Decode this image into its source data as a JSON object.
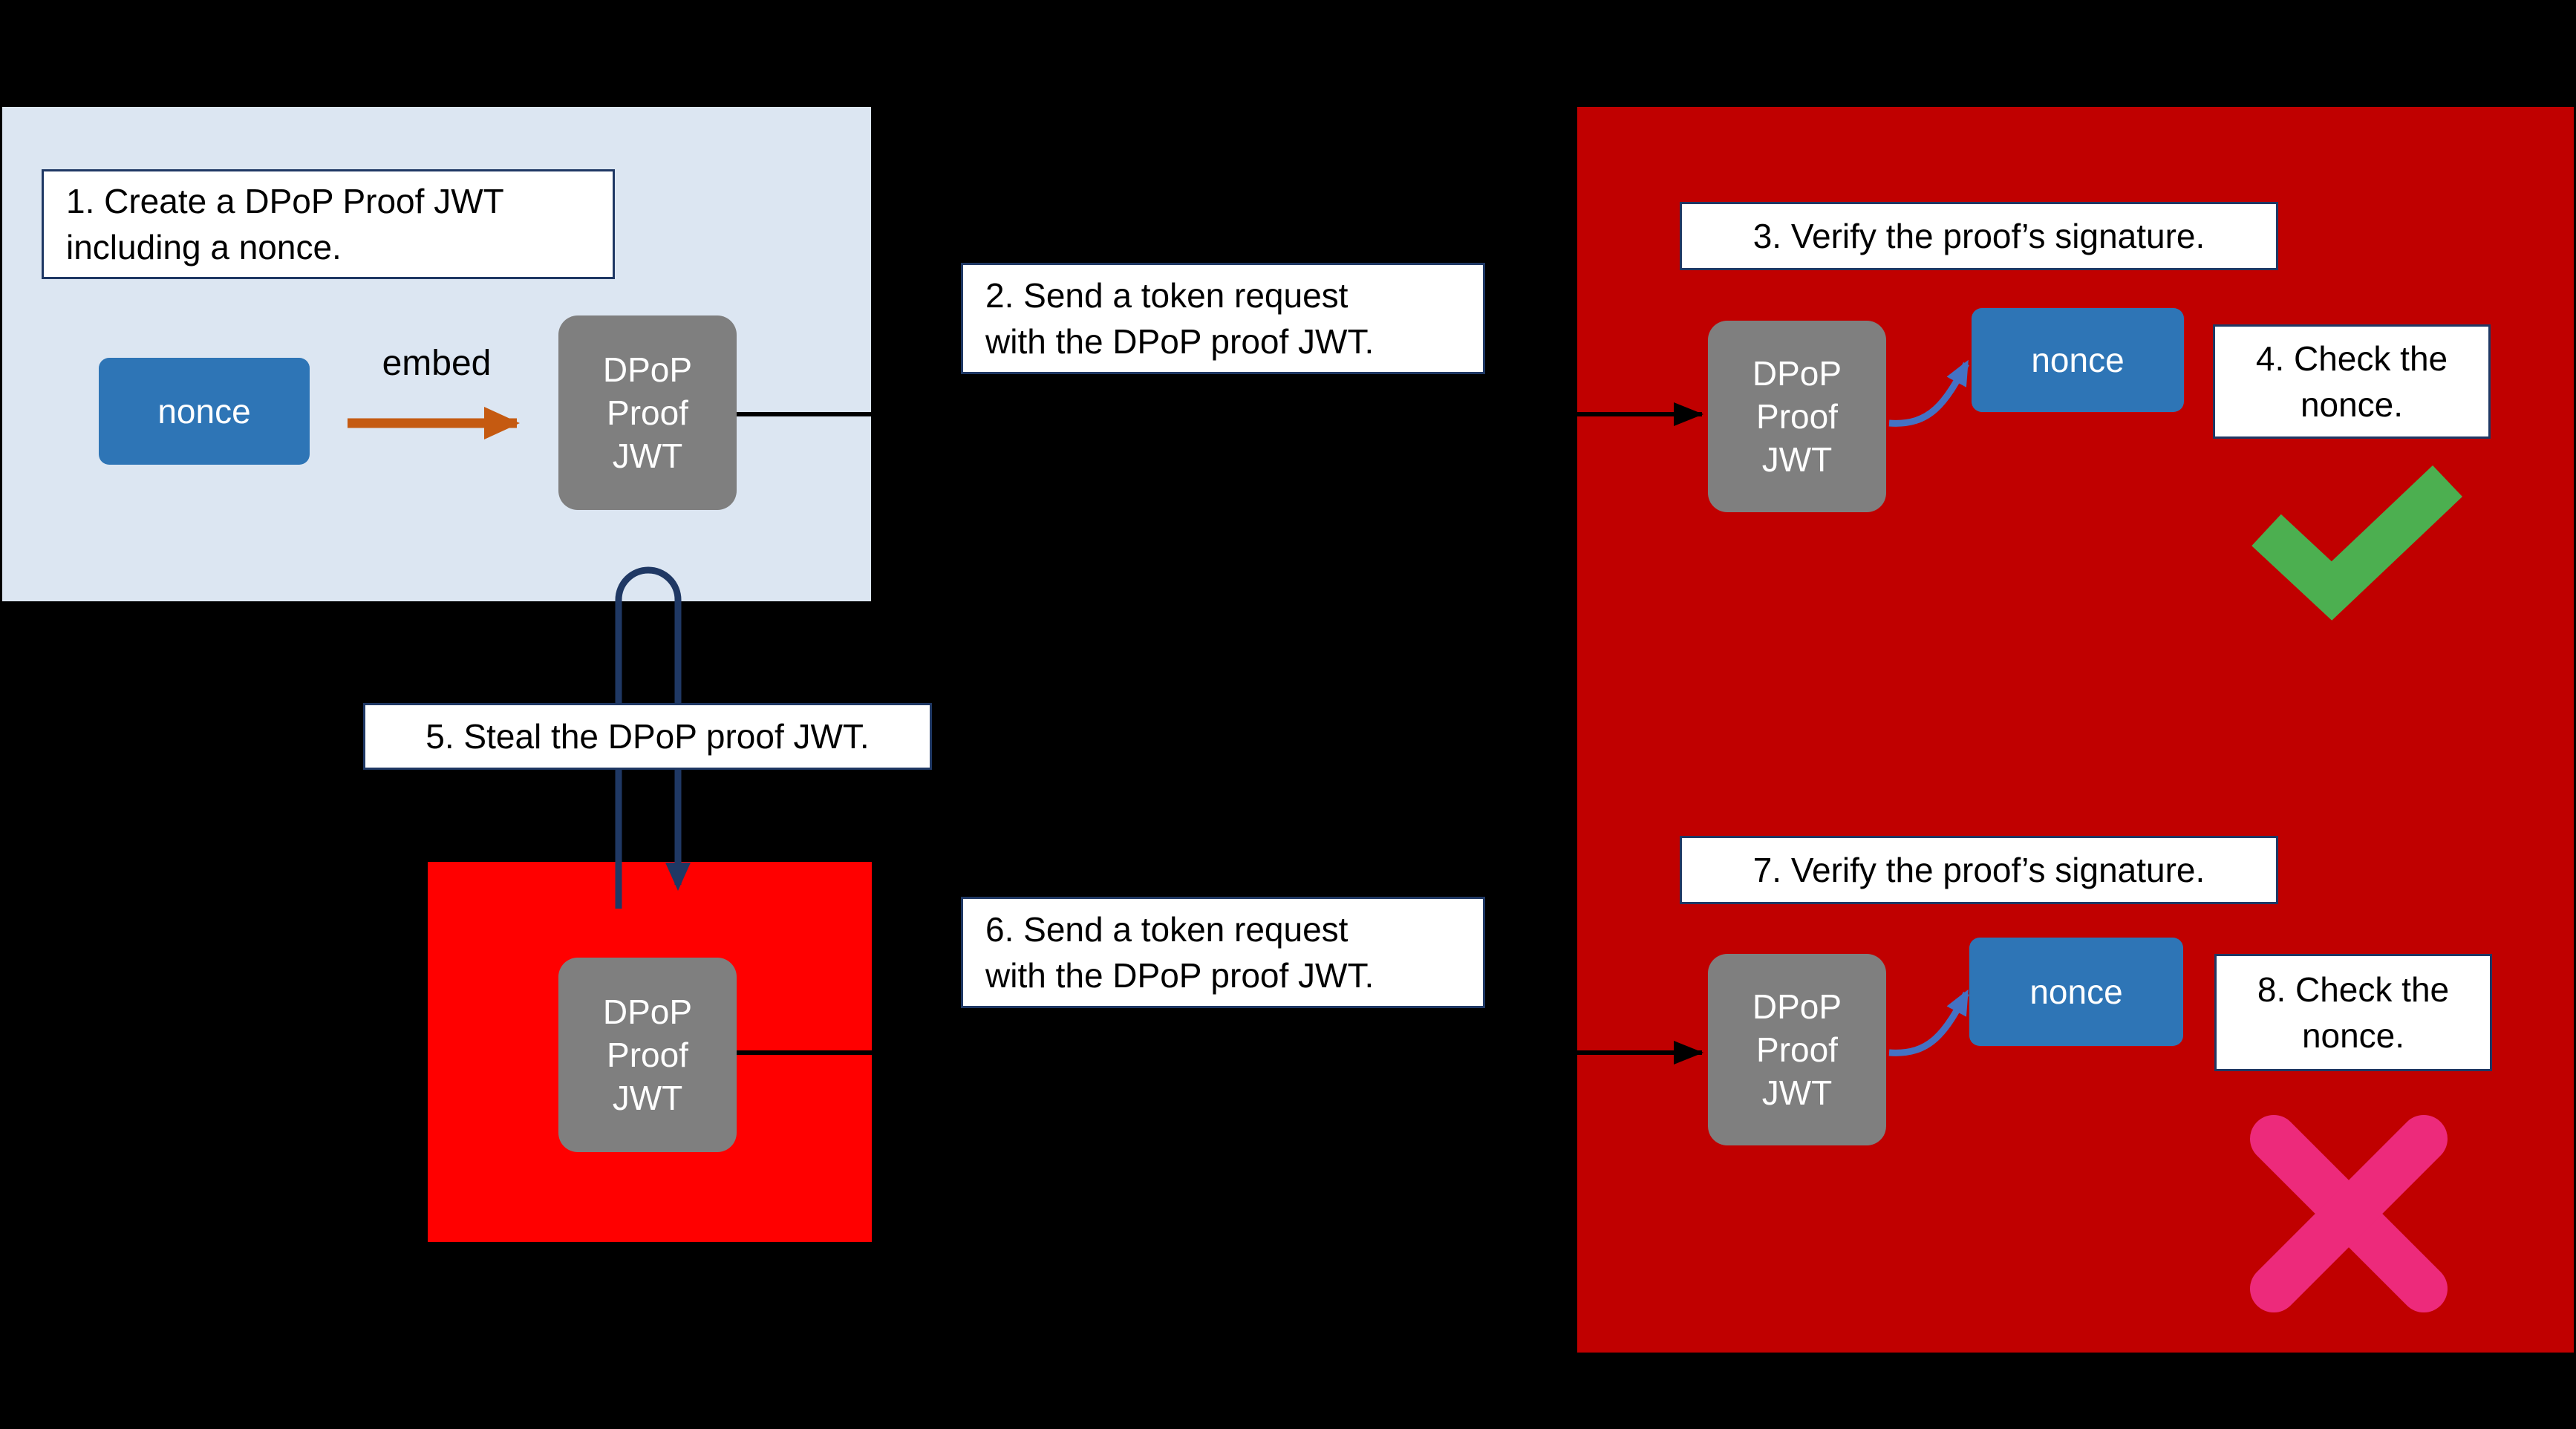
{
  "diagram": {
    "title_hint": "DPoP proof JWT nonce flow (stolen proof is rejected)",
    "colors": {
      "background": "#000000",
      "client_panel": "#dce6f2",
      "auth_server_panel": "#c00000",
      "attacker_box": "#ff0000",
      "node_gray": "#7f7f7f",
      "node_blue": "#2e75b6",
      "label_border_navy": "#1f3864",
      "embed_arrow_orange": "#c55a11",
      "extract_arrow_blue": "#4472c4",
      "steal_arrow_navy": "#1f3864",
      "connector_black": "#000000",
      "check_green": "#4caf50",
      "cross_pink": "#ed2a7b"
    }
  },
  "steps": {
    "s1": {
      "line1": "1. Create a DPoP Proof JWT",
      "line2": "including a nonce."
    },
    "s2": {
      "line1": "2. Send a token request",
      "line2": "with the DPoP proof JWT."
    },
    "s3": {
      "text": "3. Verify the proof’s signature."
    },
    "s4": {
      "line1": "4. Check the",
      "line2": "nonce."
    },
    "s5": {
      "text": "5. Steal the DPoP proof JWT."
    },
    "s6": {
      "line1": "6. Send a token request",
      "line2": "with the DPoP proof JWT."
    },
    "s7": {
      "text": "7. Verify the proof’s signature."
    },
    "s8": {
      "line1": "8. Check the",
      "line2": "nonce."
    }
  },
  "nodes": {
    "nonce_label": "nonce",
    "dpop_jwt": {
      "line1": "DPoP",
      "line2": "Proof",
      "line3": "JWT"
    },
    "embed_label": "embed"
  },
  "icons": {
    "success": "green-checkmark",
    "failure": "pink-cross"
  }
}
